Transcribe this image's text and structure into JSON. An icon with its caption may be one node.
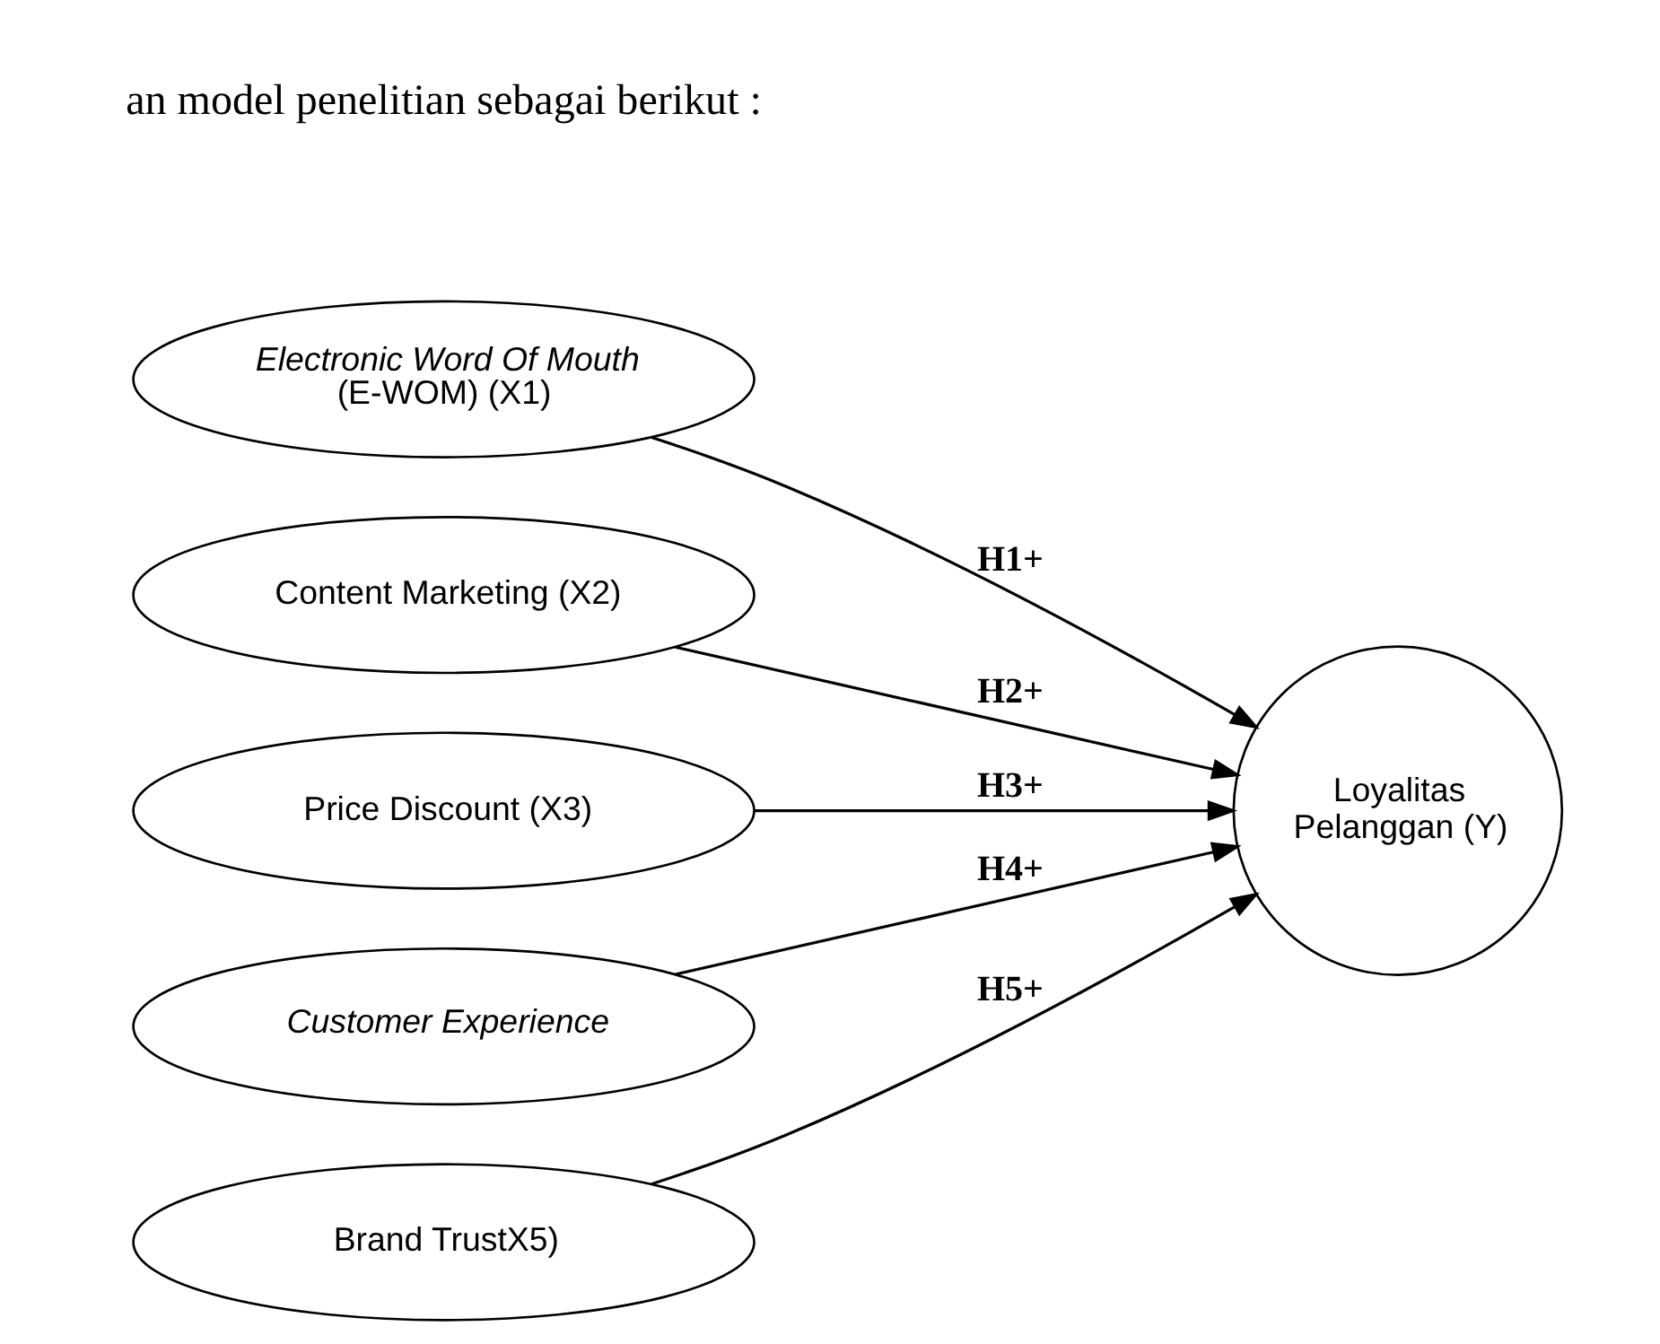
{
  "diagram": {
    "nodes": [
      {
        "text": [
          "Electronic Word Of Mouth",
          "(E-WOM) (X1)"
        ]
      },
      {
        "text": [
          "Content Marketing (X2)"
        ]
      },
      {
        "text": [
          "Price Discount (X3)"
        ]
      },
      {
        "text": [
          "Customer Experience"
        ]
      },
      {
        "text": [
          "Brand TrustX5)"
        ]
      },
      {
        "text": [
          "Loyalitas",
          "Pelanggan (Y)"
        ]
      }
    ],
    "edges": [
      {
        "from": 0,
        "to": 5,
        "arrow": "to",
        "label": "H1+"
      },
      {
        "from": 1,
        "to": 5,
        "arrow": "to",
        "label": "H2+"
      },
      {
        "from": 2,
        "to": 5,
        "arrow": "to",
        "label": "H3+"
      },
      {
        "from": 3,
        "to": 5,
        "arrow": "to",
        "label": "H4+"
      },
      {
        "from": 4,
        "to": 5,
        "arrow": "to",
        "label": "H5+"
      }
    ],
    "labels": [
      "an model penelitian sebagai berikut :"
    ]
  }
}
